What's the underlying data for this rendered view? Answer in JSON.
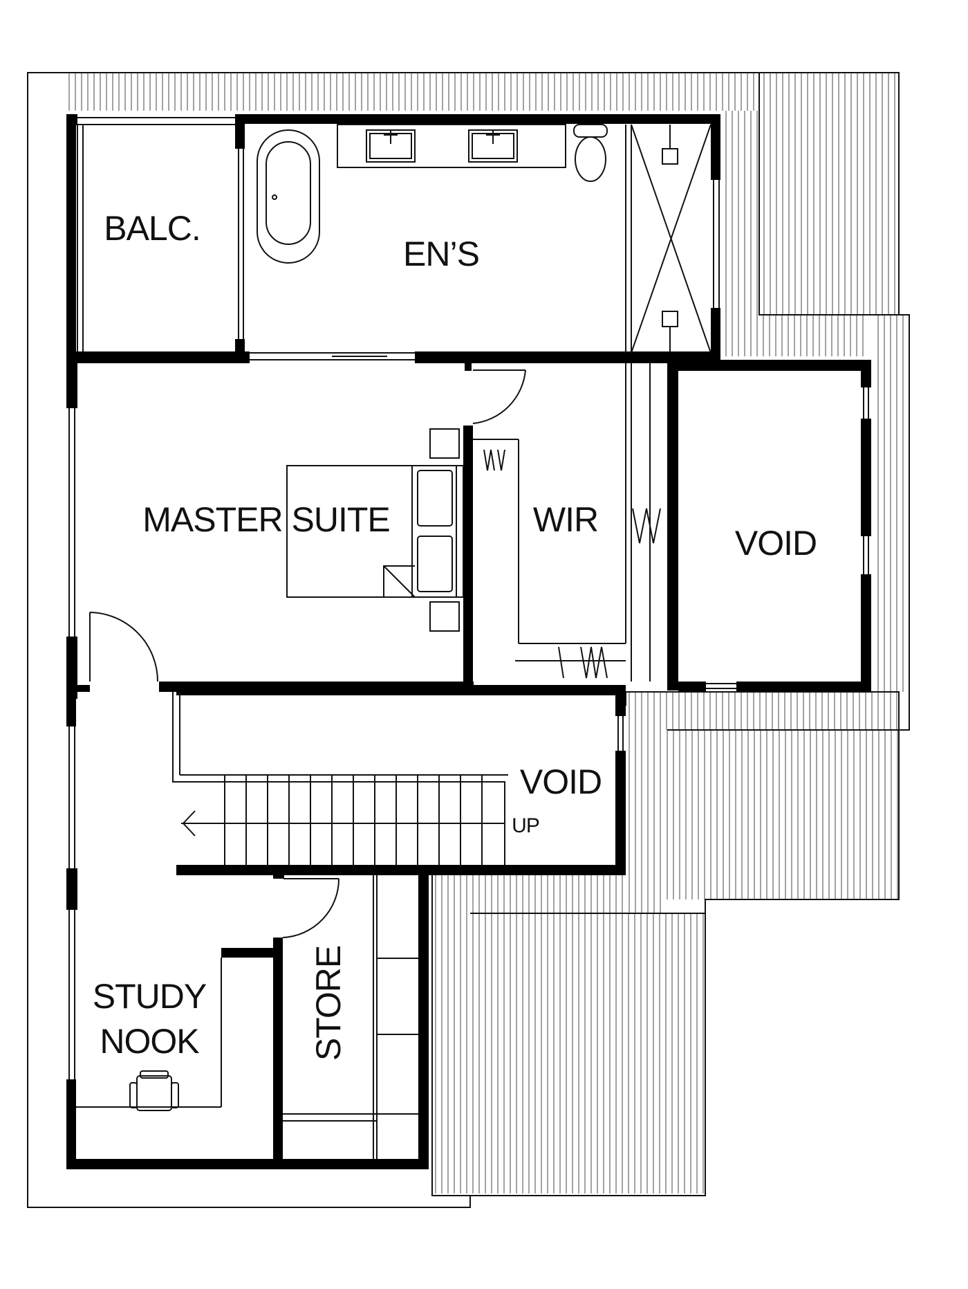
{
  "plan": {
    "rooms": {
      "balcony": "BALC.",
      "ensuite": "EN’S",
      "master_suite": "MASTER SUITE",
      "wir": "WIR",
      "void_right": "VOID",
      "void_stair": "VOID",
      "study_line1": "STUDY",
      "study_line2": "NOOK",
      "store": "STORE"
    },
    "stair_direction": "UP"
  },
  "colors": {
    "wall": "#000000",
    "line": "#111111",
    "background": "#ffffff"
  }
}
